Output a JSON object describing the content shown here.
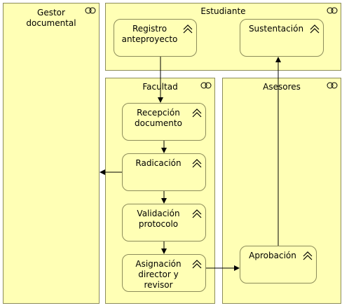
{
  "lanes": {
    "gestor": {
      "title": "Gestor documental"
    },
    "estudiante": {
      "title": "Estudiante"
    },
    "facultad": {
      "title": "Facultad"
    },
    "asesores": {
      "title": "Asesores"
    }
  },
  "processes": {
    "registro": "Registro anteproyecto",
    "sustentacion": "Sustentación",
    "recepcion": "Recepción documento",
    "radicacion": "Radicación",
    "validacion": "Validación protocolo",
    "asignacion": "Asignación director y revisor",
    "aprobacion": "Aprobación"
  },
  "icons": {
    "lane": "collaboration-icon",
    "process": "business-process-icon"
  },
  "colors": {
    "fill": "#ffffb5",
    "border": "#8c8c5a",
    "line": "#000000"
  }
}
